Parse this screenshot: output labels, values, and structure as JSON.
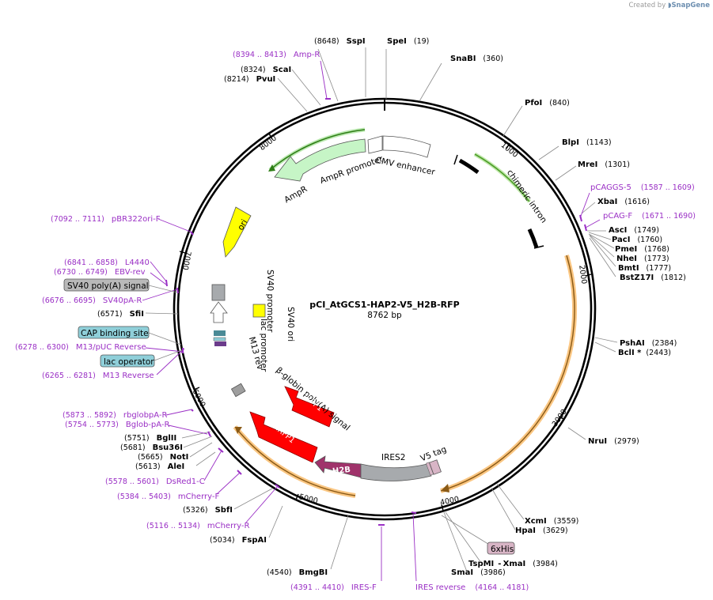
{
  "credit": {
    "prefix": "Created by",
    "brand": "SnapGene"
  },
  "plasmid": {
    "name": "pCI_AtGCS1-HAP2-V5_H2B-RFP",
    "size_label": "8762 bp",
    "length": 8762
  },
  "ticks": [
    "1000",
    "2000",
    "3000",
    "4000",
    "5000",
    "6000",
    "7000",
    "8000"
  ],
  "enzymes": [
    {
      "name": "SpeI",
      "pos": "(19)",
      "order": "name-first"
    },
    {
      "name": "SnaBI",
      "pos": "(360)",
      "order": "name-first"
    },
    {
      "name": "PfoI",
      "pos": "(840)",
      "order": "name-first"
    },
    {
      "name": "BlpI",
      "pos": "(1143)",
      "order": "name-first"
    },
    {
      "name": "MreI",
      "pos": "(1301)",
      "order": "name-first"
    },
    {
      "name": "XbaI",
      "pos": "(1616)",
      "order": "name-first"
    },
    {
      "name": "AscI",
      "pos": "(1749)",
      "order": "name-first"
    },
    {
      "name": "PacI",
      "pos": "(1760)",
      "order": "name-first"
    },
    {
      "name": "PmeI",
      "pos": "(1768)",
      "order": "name-first"
    },
    {
      "name": "NheI",
      "pos": "(1773)",
      "order": "name-first"
    },
    {
      "name": "BmtI",
      "pos": "(1777)",
      "order": "name-first"
    },
    {
      "name": "BstZ17I",
      "pos": "(1812)",
      "order": "name-first"
    },
    {
      "name": "PshAI",
      "pos": "(2384)",
      "order": "name-first"
    },
    {
      "name": "BclI *",
      "pos": "(2443)",
      "order": "name-first"
    },
    {
      "name": "NruI",
      "pos": "(2979)",
      "order": "name-first"
    },
    {
      "name": "XcmI",
      "pos": "(3559)",
      "order": "name-first"
    },
    {
      "name": "HpaI",
      "pos": "(3629)",
      "order": "name-first"
    },
    {
      "name": "TspMI",
      "pos": "(3984)",
      "order": "name-first",
      "combined": true
    },
    {
      "name": "SmaI",
      "pos": "(3986)",
      "order": "name-first"
    },
    {
      "name": "BmgBI",
      "pos": "(4540)",
      "order": "pos-first"
    },
    {
      "name": "FspAI",
      "pos": "(5034)",
      "order": "pos-first"
    },
    {
      "name": "SbfI",
      "pos": "(5326)",
      "order": "pos-first"
    },
    {
      "name": "AleI",
      "pos": "(5613)",
      "order": "pos-first"
    },
    {
      "name": "NotI",
      "pos": "(5665)",
      "order": "pos-first"
    },
    {
      "name": "Bsu36I",
      "pos": "(5681)",
      "order": "pos-first"
    },
    {
      "name": "BglII",
      "pos": "(5751)",
      "order": "pos-first"
    },
    {
      "name": "SfiI",
      "pos": "(6571)",
      "order": "pos-first"
    },
    {
      "name": "PvuI",
      "pos": "(8214)",
      "order": "pos-first"
    },
    {
      "name": "ScaI",
      "pos": "(8324)",
      "order": "pos-first"
    },
    {
      "name": "SspI",
      "pos": "(8648)",
      "order": "pos-first"
    }
  ],
  "xmai": {
    "name": "XmaI",
    "pos": "(3984)",
    "dash": "-"
  },
  "primers": [
    {
      "name": "Amp-R",
      "range": "(8394 .. 8413)"
    },
    {
      "name": "pCAGGS-5",
      "range": "(1587 .. 1609)"
    },
    {
      "name": "pCAG-F",
      "range": "(1671 .. 1690)"
    },
    {
      "name": "pBR322ori-F",
      "range": "(7092 .. 7111)"
    },
    {
      "name": "L4440",
      "range": "(6841 .. 6858)"
    },
    {
      "name": "EBV-rev",
      "range": "(6730 .. 6749)"
    },
    {
      "name": "SV40pA-R",
      "range": "(6676 .. 6695)"
    },
    {
      "name": "M13/pUC Reverse",
      "range": "(6278 .. 6300)"
    },
    {
      "name": "M13 Reverse",
      "range": "(6265 .. 6281)"
    },
    {
      "name": "rbglobpA-R",
      "range": "(5873 .. 5892)"
    },
    {
      "name": "Bglob-pA-R",
      "range": "(5754 .. 5773)"
    },
    {
      "name": "DsRed1-C",
      "range": "(5578 .. 5601)"
    },
    {
      "name": "mCherry-F",
      "range": "(5384 .. 5403)"
    },
    {
      "name": "mCherry-R",
      "range": "(5116 .. 5134)"
    },
    {
      "name": "IRES-F",
      "range": "(4391 .. 4410)"
    },
    {
      "name": "IRES reverse",
      "range": "(4164 .. 4181)"
    }
  ],
  "boxed_features": [
    {
      "name": "SV40 poly(A) signal",
      "color": "#b9b9b9"
    },
    {
      "name": "CAP binding site",
      "color": "#8fcfd9"
    },
    {
      "name": "lac operator",
      "color": "#8fcfd9"
    },
    {
      "name": "6xHis",
      "color": "#d8b5c6"
    }
  ],
  "features": [
    {
      "name": "CMV enhancer",
      "color": "#ffffff"
    },
    {
      "name": "AmpR promoter",
      "color": "#ffffff"
    },
    {
      "name": "AmpR",
      "color": "#c6f5c6"
    },
    {
      "name": "ori",
      "color": "#ffff00"
    },
    {
      "name": "SV40 promoter",
      "color": "#ffffff"
    },
    {
      "name": "SV40 ori",
      "color": "#ffff00"
    },
    {
      "name": "lac promoter",
      "color": "#ffffff"
    },
    {
      "name": "M13 rev",
      "color": "#6b3b8b"
    },
    {
      "name": "β-globin poly(A) signal",
      "color": "#9e9e9e"
    },
    {
      "name": "mRFP1",
      "color": "#ff0000"
    },
    {
      "name": "mRFP1",
      "color": "#ff0000"
    },
    {
      "name": "H2B",
      "color": "#a0336b"
    },
    {
      "name": "IRES2",
      "color": "#a7aaad"
    },
    {
      "name": "V5 tag",
      "color": "#d8b5c6"
    },
    {
      "name": "chimeric intron",
      "color": "#000000"
    }
  ],
  "colors": {
    "orf_highlight": "#f6a02e",
    "amp_orf": "#2e7d16",
    "intron_orf": "#6fbf3a",
    "primer": "#9a2fc5",
    "backbone": "#000000"
  }
}
